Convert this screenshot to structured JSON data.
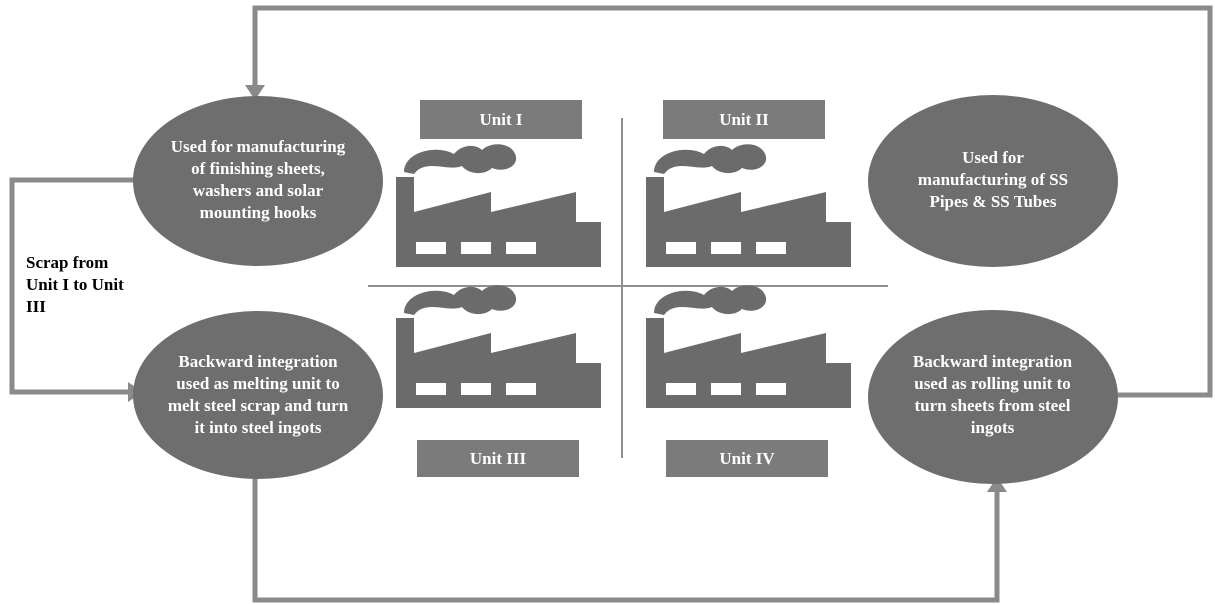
{
  "ellipses": {
    "unit1_use": "Used for manufacturing of finishing sheets, washers and solar mounting hooks",
    "unit2_use": "Used for manufacturing of SS Pipes & SS Tubes",
    "unit3_use": "Backward integration used as melting unit to melt steel scrap and turn it into steel ingots",
    "unit4_use": "Backward integration used as rolling unit to turn sheets from steel ingots"
  },
  "units": {
    "unit1": "Unit I",
    "unit2": "Unit II",
    "unit3": "Unit III",
    "unit4": "Unit IV"
  },
  "labels": {
    "scrap": "Scrap from Unit I to Unit III"
  },
  "colors": {
    "ellipse": "#6e6e6e",
    "box": "#7b7b7b",
    "arrow": "#8a8a8a",
    "factory": "#6b6b6b",
    "divider": "#8f8f8f"
  },
  "icons": [
    "factory-icon",
    "factory-icon",
    "factory-icon",
    "factory-icon"
  ]
}
